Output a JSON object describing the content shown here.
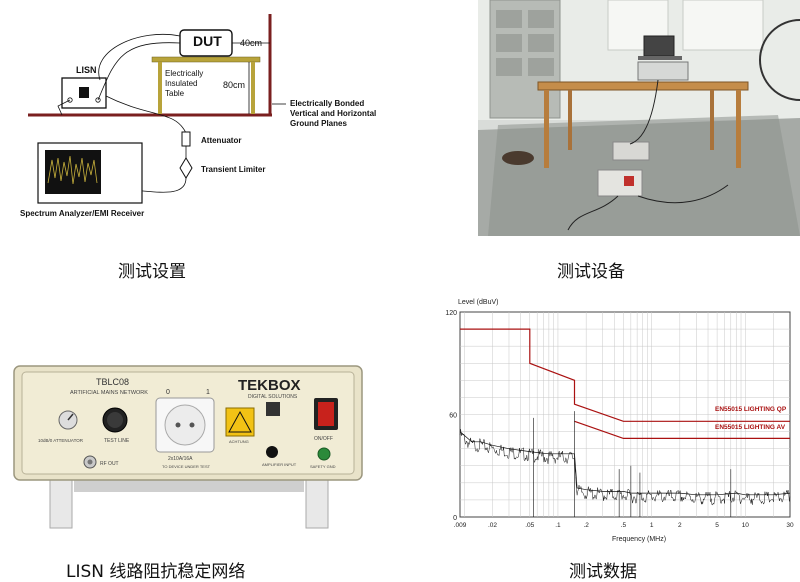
{
  "setup": {
    "caption": "测试设置",
    "dut": "DUT",
    "dist_40": "40cm",
    "dist_80": "80cm",
    "lisn": "LISN",
    "table": [
      "Electrically",
      "Insulated",
      "Table"
    ],
    "ground": [
      "Electrically Bonded",
      "Vertical and Horizontal",
      "Ground Planes"
    ],
    "attenuator": "Attenuator",
    "limiter": "Transient Limiter",
    "analyzer": "Spectrum Analyzer/EMI Receiver"
  },
  "equipment": {
    "caption": "测试设备"
  },
  "lisn_device": {
    "caption": "LISN 线路阻抗稳定网络",
    "model": "TBLC08",
    "subtitle": "ARTIFICIAL MAINS NETWORK",
    "brand": "TEKBOX",
    "brand_sub": "DIGITAL SOLUTIONS",
    "ch0": "0",
    "ch1": "1",
    "knob1": "10dB/0 ATTENUATOR",
    "knob2": "TEST LINE",
    "rf_out": "RF OUT",
    "socket_label": "2x10A/16A",
    "socket_sub": "TO DEVICE UNDER TEST",
    "warning": "ACHTUNG",
    "switch": "ON/OFF",
    "jack1": "AMPLIFIER INPUT",
    "jack2": "SAFETY GND"
  },
  "data": {
    "caption": "测试数据"
  },
  "chart_data": {
    "type": "line",
    "ylabel": "Level (dBuV)",
    "xlabel": "Frequency (MHz)",
    "xscale": "log",
    "xlim": [
      0.009,
      30
    ],
    "ylim": [
      0,
      120
    ],
    "yticks": [
      "120",
      "60",
      "0"
    ],
    "xticks": [
      ".009",
      ".02",
      ".05",
      ".1",
      ".2",
      ".5",
      "1",
      "2",
      "5",
      "10",
      "30"
    ],
    "grid": true,
    "series": [
      {
        "name": "EN55015 LIGHTING QP",
        "x": [
          0.009,
          0.05,
          0.05,
          0.15,
          0.15,
          0.5,
          30
        ],
        "y": [
          110,
          110,
          90,
          80,
          66,
          56,
          56
        ]
      },
      {
        "name": "EN55015 LIGHTING AV",
        "x": [
          0.15,
          0.5,
          30
        ],
        "y": [
          56,
          46,
          46
        ]
      },
      {
        "name": "",
        "x": [
          0.009,
          0.012,
          0.015,
          0.02,
          0.03,
          0.04,
          0.055,
          0.08,
          0.1,
          0.13,
          0.15,
          0.16,
          0.2,
          0.3,
          0.5,
          0.6,
          0.8,
          1,
          2,
          3,
          5,
          8,
          10,
          20,
          30
        ],
        "y": [
          50,
          44,
          44,
          42,
          40,
          39,
          38,
          37,
          37,
          37,
          37,
          17,
          16,
          15,
          15,
          14,
          14,
          14,
          14,
          13,
          13,
          14,
          13,
          13,
          14
        ]
      }
    ],
    "legend": "right, on lines"
  }
}
